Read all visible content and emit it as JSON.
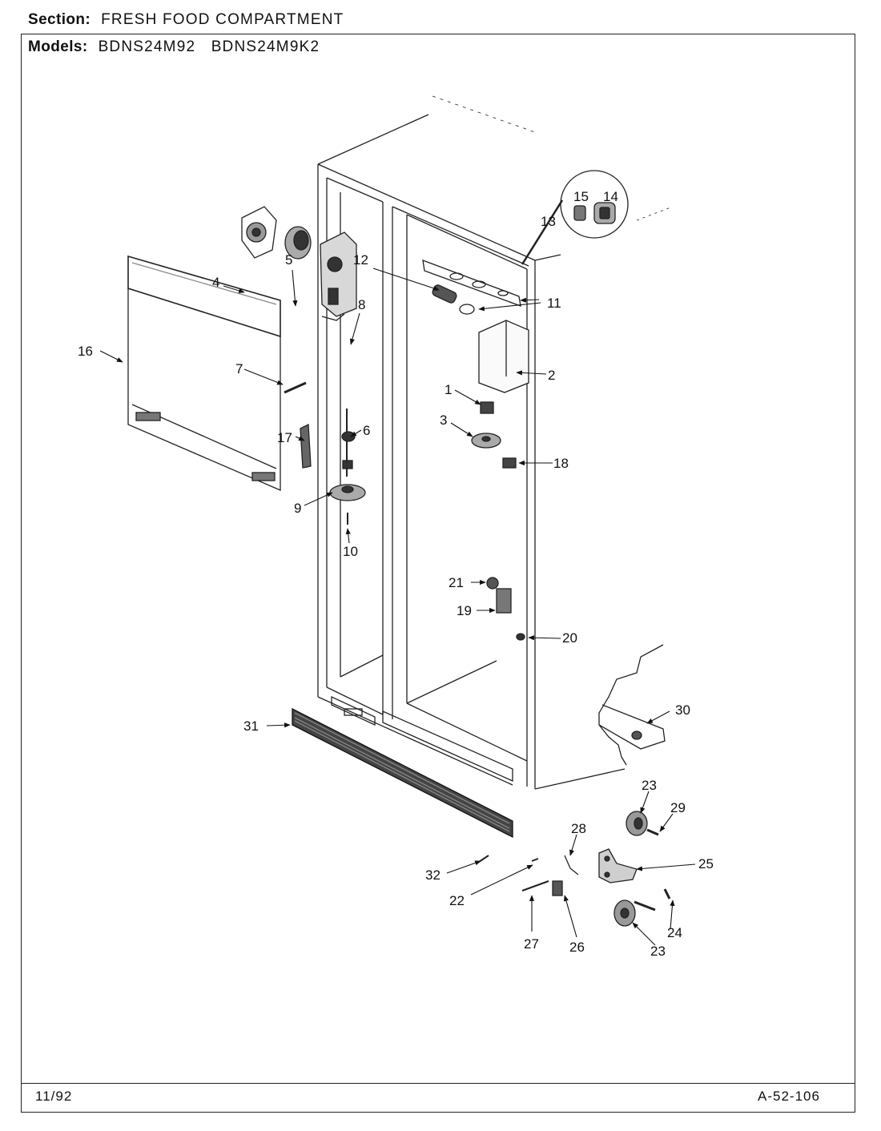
{
  "header": {
    "section_label": "Section:",
    "section_value": "FRESH FOOD COMPARTMENT",
    "models_label": "Models:",
    "model_1": "BDNS24M92",
    "model_2": "BDNS24M9K2"
  },
  "footer": {
    "date": "11/92",
    "page_code": "A-52-106"
  },
  "callouts": {
    "c1": "1",
    "c2": "2",
    "c3": "3",
    "c4": "4",
    "c5": "5",
    "c6": "6",
    "c7": "7",
    "c8": "8",
    "c9": "9",
    "c10": "10",
    "c11": "11",
    "c12": "12",
    "c13": "13",
    "c14": "14",
    "c15": "15",
    "c16": "16",
    "c17": "17",
    "c18": "18",
    "c19": "19",
    "c20": "20",
    "c21": "21",
    "c22": "22",
    "c23a": "23",
    "c23b": "23",
    "c24": "24",
    "c25": "25",
    "c26": "26",
    "c27": "27",
    "c28": "28",
    "c29": "29",
    "c30": "30",
    "c31": "31",
    "c32": "32"
  }
}
